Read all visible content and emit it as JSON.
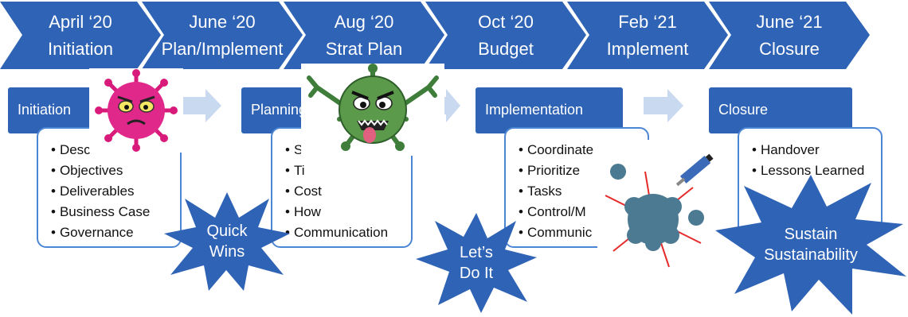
{
  "timeline": [
    {
      "date": "April ‘20",
      "phase": "Initiation"
    },
    {
      "date": "June ‘20",
      "phase": "Plan/Implement"
    },
    {
      "date": "Aug ‘20",
      "phase": "Strat Plan"
    },
    {
      "date": "Oct ‘20",
      "phase": "Budget"
    },
    {
      "date": "Feb ‘21",
      "phase": "Implement"
    },
    {
      "date": "June ‘21",
      "phase": "Closure"
    }
  ],
  "phases": [
    {
      "title": "Initiation",
      "items": [
        "Desc",
        "Objectives",
        "Deliverables",
        "Business Case",
        "Governance"
      ]
    },
    {
      "title": "Planning",
      "items": [
        "Sc",
        "Ti",
        "Cost",
        "How",
        "Communication"
      ]
    },
    {
      "title": "Implementation",
      "items": [
        "Coordinate",
        "Prioritize",
        "Tasks",
        "Control/M",
        "Communic"
      ]
    },
    {
      "title": "Closure",
      "items": [
        "Handover",
        "Lessons Learned"
      ]
    }
  ],
  "bursts": [
    {
      "line1": "Quick",
      "line2": "Wins"
    },
    {
      "line1": "Let’s",
      "line2": "Do It"
    },
    {
      "line1": "Sustain",
      "line2": "Sustainability"
    }
  ],
  "colors": {
    "chevron": "#2f63b5",
    "header": "#2f63b5",
    "card_border": "#4a86d4",
    "burst": "#2f63b5",
    "connector": "#c9d9f0"
  },
  "icons": [
    "angry-pink-virus-icon",
    "angry-green-virus-icon",
    "virus-and-syringe-icon"
  ]
}
